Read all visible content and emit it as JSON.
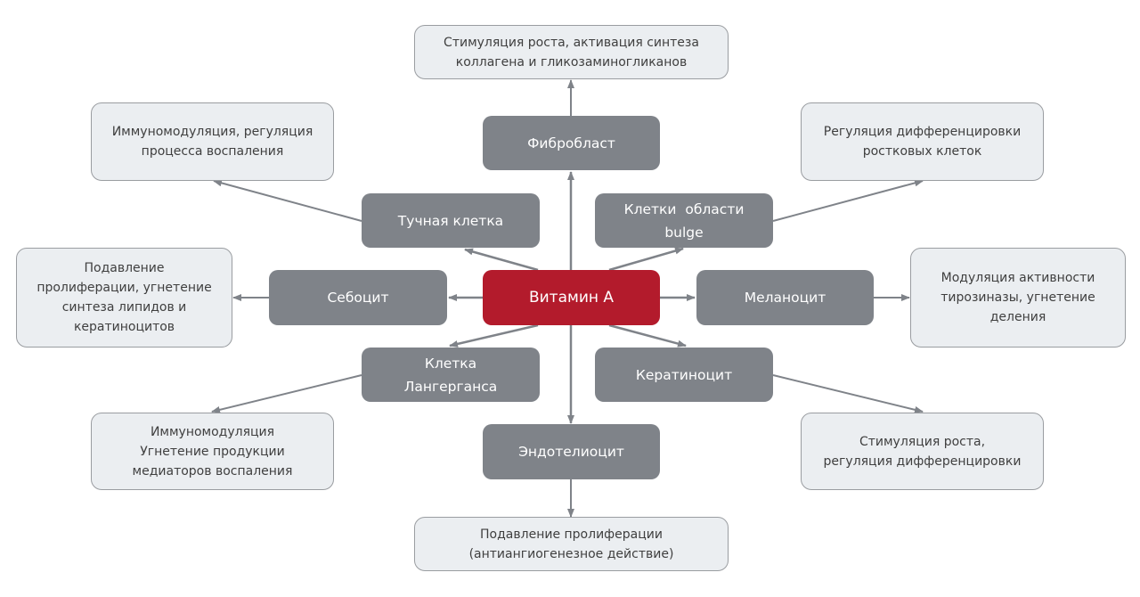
{
  "title": "Витамин А: клетки-мишени и эффекты",
  "colors": {
    "center": "#b31b2c",
    "cell": "#7f8389",
    "effect_bg": "#ebeef1",
    "effect_border": "#9a9da1",
    "arrow": "#7f8389"
  },
  "center": {
    "label": "Витамин А"
  },
  "cells": [
    {
      "id": "fibroblast",
      "lines": [
        "Фибробласт"
      ]
    },
    {
      "id": "mast-cell",
      "lines": [
        "Тучная клетка"
      ]
    },
    {
      "id": "bulge-cells",
      "lines": [
        "Клетки  области",
        "bulge"
      ]
    },
    {
      "id": "sebocyte",
      "lines": [
        "Себоцит"
      ]
    },
    {
      "id": "melanocyte",
      "lines": [
        "Меланоцит"
      ]
    },
    {
      "id": "langerhans-cell",
      "lines": [
        "Клетка",
        "Лангерганса"
      ]
    },
    {
      "id": "keratinocyte",
      "lines": [
        "Кератиноцит"
      ]
    },
    {
      "id": "endotheliocyte",
      "lines": [
        "Эндотелиоцит"
      ]
    }
  ],
  "effects": [
    {
      "id": "fibroblast-effect",
      "lines": [
        "Стимуляция роста, активация синтеза",
        "коллагена и гликозаминогликанов"
      ]
    },
    {
      "id": "mast-cell-effect",
      "lines": [
        "Иммуномодуляция, регуляция",
        "процесса воспаления"
      ]
    },
    {
      "id": "bulge-effect",
      "lines": [
        "Регуляция дифференцировки",
        "ростковых клеток"
      ]
    },
    {
      "id": "sebocyte-effect",
      "lines": [
        "Подавление",
        "пролиферации, угнетение",
        "синтеза липидов и",
        "кератиноцитов"
      ]
    },
    {
      "id": "melanocyte-effect",
      "lines": [
        "Модуляция активности",
        "тирозиназы, угнетение",
        "деления"
      ]
    },
    {
      "id": "langerhans-effect",
      "lines": [
        "Иммуномодуляция",
        "Угнетение продукции",
        "медиаторов воспаления"
      ]
    },
    {
      "id": "keratinocyte-effect",
      "lines": [
        "Стимуляция роста,",
        "регуляция дифференцировки"
      ]
    },
    {
      "id": "endotheliocyte-effect",
      "lines": [
        "Подавление пролиферации",
        "(антиангиогенезное действие)"
      ]
    }
  ]
}
